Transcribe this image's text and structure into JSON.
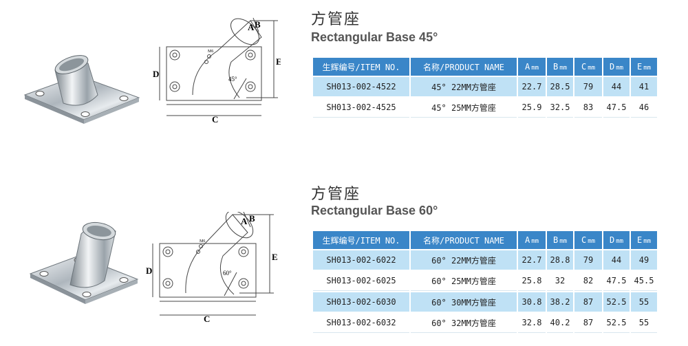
{
  "sections": [
    {
      "title_cn": "方管座",
      "title_en": "Rectangular Base 45°",
      "angle_label": "45°",
      "hole_label": "M6",
      "dim_labels": {
        "a": "A",
        "b": "B",
        "c": "C",
        "d": "D",
        "e": "E"
      },
      "headers": [
        "生辉编号/ITEM NO.",
        "名称/PRODUCT NAME",
        "A",
        "B",
        "C",
        "D",
        "E"
      ],
      "unit": "mm",
      "rows": [
        [
          "SH013-002-4522",
          "45° 22MM方管座",
          "22.7",
          "28.5",
          "79",
          "44",
          "41"
        ],
        [
          "SH013-002-4525",
          "45° 25MM方管座",
          "25.9",
          "32.5",
          "83",
          "47.5",
          "46"
        ]
      ]
    },
    {
      "title_cn": "方管座",
      "title_en": "Rectangular Base 60°",
      "angle_label": "60°",
      "hole_label": "M6",
      "dim_labels": {
        "a": "A",
        "b": "B",
        "c": "C",
        "d": "D",
        "e": "E"
      },
      "headers": [
        "生辉编号/ITEM NO.",
        "名称/PRODUCT NAME",
        "A",
        "B",
        "C",
        "D",
        "E"
      ],
      "unit": "mm",
      "rows": [
        [
          "SH013-002-6022",
          "60° 22MM方管座",
          "22.7",
          "28.8",
          "79",
          "44",
          "49"
        ],
        [
          "SH013-002-6025",
          "60° 25MM方管座",
          "25.8",
          "32",
          "82",
          "47.5",
          "45.5"
        ],
        [
          "SH013-002-6030",
          "60° 30MM方管座",
          "30.8",
          "38.2",
          "87",
          "52.5",
          "55"
        ],
        [
          "SH013-002-6032",
          "60° 32MM方管座",
          "32.8",
          "40.2",
          "87",
          "52.5",
          "55"
        ]
      ]
    }
  ]
}
